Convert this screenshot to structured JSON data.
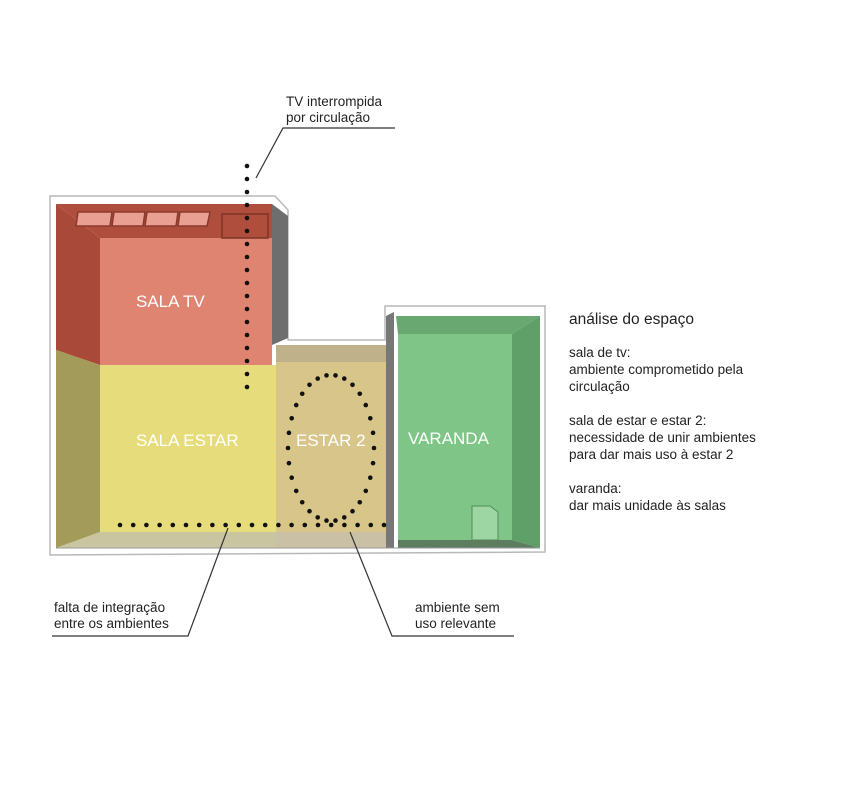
{
  "rooms": {
    "sala_tv": "SALA TV",
    "sala_estar": "SALA ESTAR",
    "estar2": "ESTAR 2",
    "varanda": "VARANDA"
  },
  "annotations": {
    "tv_interrompida": [
      "TV interrompida",
      "por circulação"
    ],
    "falta_integracao": [
      "falta de integração",
      "entre os ambientes"
    ],
    "ambiente_sem_uso": [
      "ambiente sem",
      "uso relevante"
    ]
  },
  "analysis": {
    "title": "análise do espaço",
    "items": [
      {
        "heading": "sala de tv:",
        "lines": [
          "ambiente comprometido pela",
          "circulação"
        ]
      },
      {
        "heading": "sala de estar e estar 2:",
        "lines": [
          "necessidade de unir ambientes",
          "para dar mais uso à estar 2"
        ]
      },
      {
        "heading": "varanda:",
        "lines": [
          "dar mais unidade às salas"
        ]
      }
    ]
  },
  "colors": {
    "sala_tv": "#de8471",
    "sala_tv_wall": "#b04e3d",
    "sala_estar": "#e6dc7c",
    "estar_wall": "#9e9550",
    "estar2": "#d7c589",
    "varanda": "#7fc587",
    "varanda_wall": "#5f9f68",
    "dots": "#111111"
  }
}
